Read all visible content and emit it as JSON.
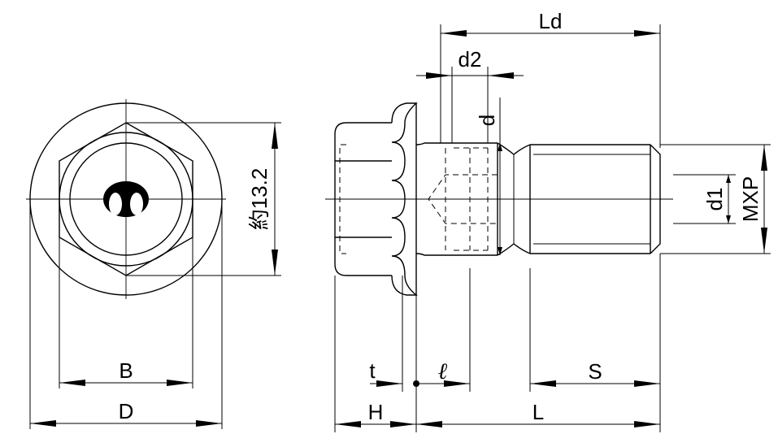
{
  "dimensions": {
    "B": "B",
    "D": "D",
    "H": "H",
    "t": "t",
    "l": "ℓ",
    "L": "L",
    "S": "S",
    "Ld": "Ld",
    "d2": "d2",
    "d": "d",
    "d1": "d1",
    "MXP": "MXP",
    "hex_across_flats": "約13.2"
  },
  "head_marking": {
    "icon": "hex-socket-mark-icon"
  }
}
